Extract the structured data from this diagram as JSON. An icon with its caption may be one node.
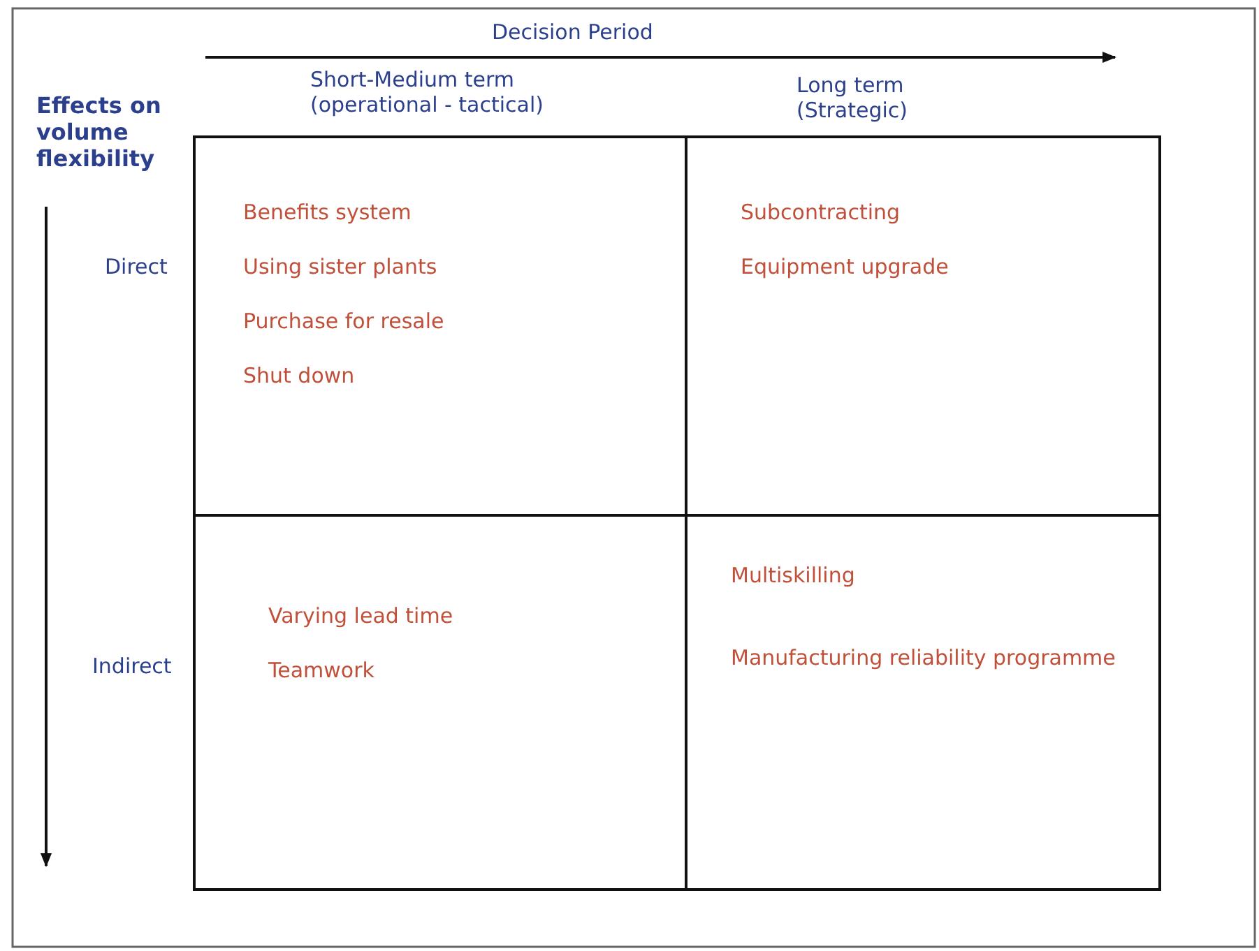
{
  "diagram": {
    "nodes": [
      {
        "text": [
          "Benefits system",
          "Using sister plants",
          "Purchase for resale",
          "Shut down"
        ]
      },
      {
        "text": [
          "Subcontracting",
          "Equipment upgrade"
        ]
      },
      {
        "text": [
          "Varying lead time",
          "Teamwork"
        ]
      },
      {
        "text": [
          "Multiskilling",
          "Manufacturing reliability programme"
        ]
      }
    ],
    "edges": [],
    "labels": [
      "Decision Period",
      "Short-Medium term (operational - tactical)",
      "Long term (Strategic)",
      "Effects on volume flexibility",
      "Direct",
      "Indirect"
    ]
  }
}
